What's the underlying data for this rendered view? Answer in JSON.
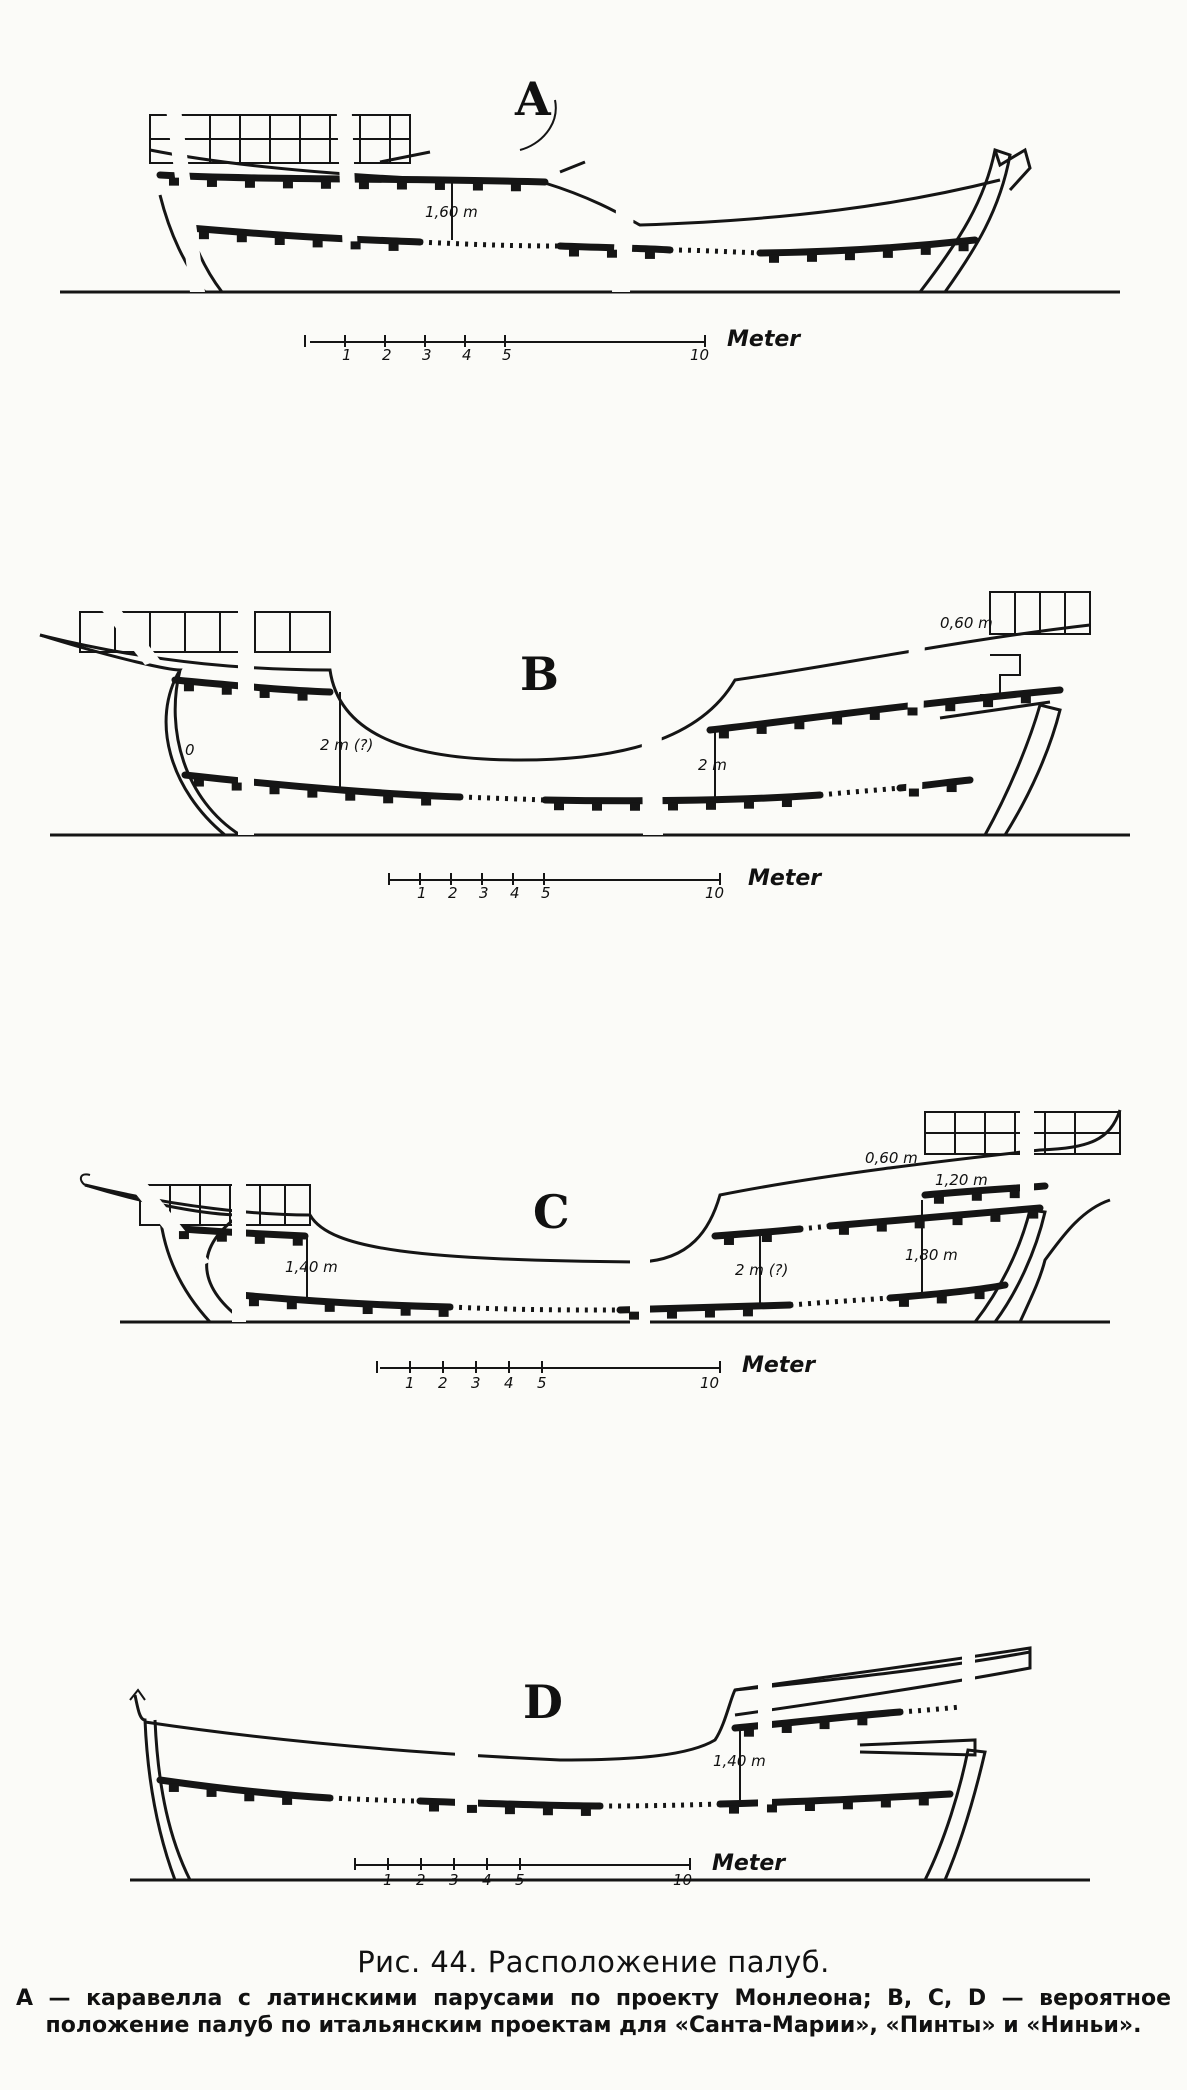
{
  "panels": [
    {
      "letter": "A",
      "dimensions": [
        "1,60 m"
      ],
      "scale": {
        "ticks": [
          "1",
          "2",
          "3",
          "4",
          "5",
          "10"
        ],
        "unit": "Meter"
      }
    },
    {
      "letter": "B",
      "dimensions": [
        "2 m (?)",
        "2 m",
        "0,60 m",
        "0"
      ],
      "scale": {
        "ticks": [
          "1",
          "2",
          "3",
          "4",
          "5",
          "10"
        ],
        "unit": "Meter"
      }
    },
    {
      "letter": "C",
      "dimensions": [
        "1,40 m",
        "2 m (?)",
        "1,80 m",
        "1,20 m",
        "0,60 m"
      ],
      "scale": {
        "ticks": [
          "1",
          "2",
          "3",
          "4",
          "5",
          "10"
        ],
        "unit": "Meter"
      }
    },
    {
      "letter": "D",
      "dimensions": [
        "1,40 m"
      ],
      "scale": {
        "ticks": [
          "1",
          "2",
          "3",
          "4",
          "5",
          "10"
        ],
        "unit": "Meter"
      }
    }
  ],
  "caption": {
    "title": "Рис. 44. Расположение палуб.",
    "body": "А — каравелла с латинскими парусами по проекту Монлеона; B, C, D — вероятное положение палуб по итальянским проектам для «Санта-Марии», «Пинты» и «Ниньи»."
  }
}
